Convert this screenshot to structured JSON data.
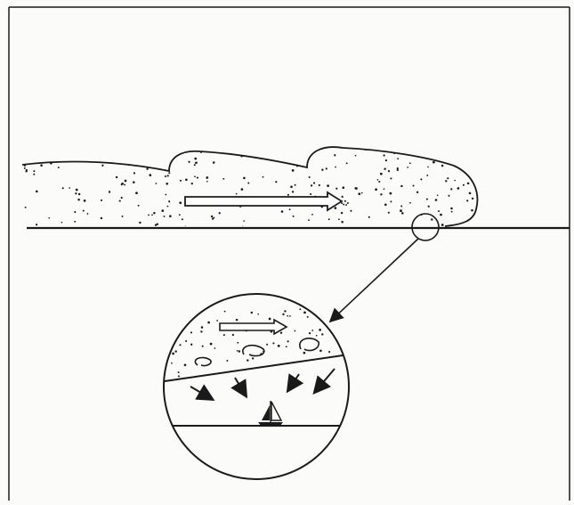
{
  "figure": {
    "ink_color": "#1a1a1a",
    "paper_color": "#fbfbfa",
    "elements": {
      "gust_front_cloud": "stippled-cloud",
      "flow_direction": "hollow-arrow-right",
      "ground": "ground-line",
      "zoom": "magnifier-circle",
      "zoom_detail": [
        "eddies",
        "downdraft-arrows",
        "sailboat",
        "water-surface"
      ]
    }
  }
}
